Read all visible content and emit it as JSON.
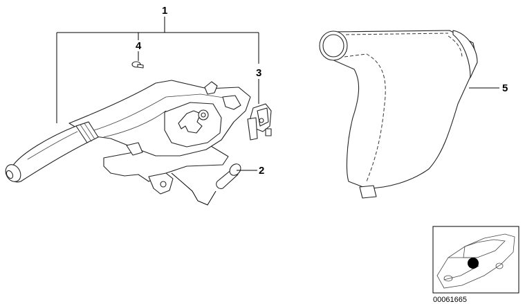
{
  "callouts": {
    "c1": "1",
    "c2": "2",
    "c3": "3",
    "c4": "4",
    "c5": "5"
  },
  "reference_number": "00061665",
  "icons": {
    "handbrake": "handbrake-lever-assembly-icon",
    "cover": "boot-cover-icon",
    "bolt": "bolt-icon",
    "rivet": "rivet-icon",
    "clip": "clip-icon",
    "car": "car-location-thumbnail-icon"
  },
  "colors": {
    "line": "#000000",
    "marker": "#000000",
    "background": "#ffffff"
  }
}
